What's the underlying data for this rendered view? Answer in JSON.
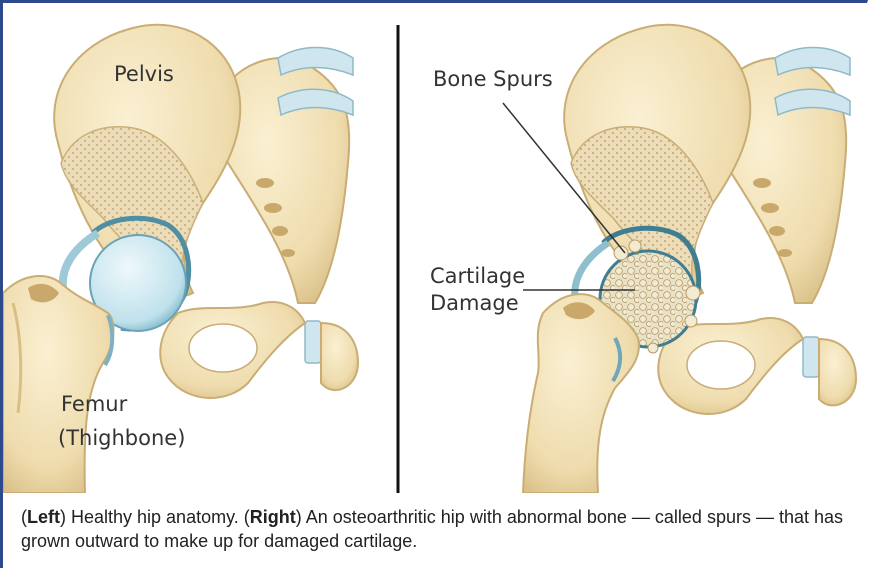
{
  "labels": {
    "pelvis": "Pelvis",
    "femur": "Femur",
    "thighbone": "(Thighbone)",
    "bone_spurs": "Bone Spurs",
    "cartilage": "Cartilage",
    "damage": "Damage"
  },
  "caption": {
    "open1": "(",
    "left_word": "Left",
    "part1": ") Healthy hip anatomy. (",
    "right_word": "Right",
    "part2": ") An osteoarthritic hip with abnormal bone — called spurs — that has grown outward to make up for damaged cartilage."
  },
  "colors": {
    "frame": "#2c4a8c",
    "bone": "#f1dfb3",
    "bone_shade": "#d9bf86",
    "cartilage": "#bfe1ec",
    "divider": "#111111"
  }
}
